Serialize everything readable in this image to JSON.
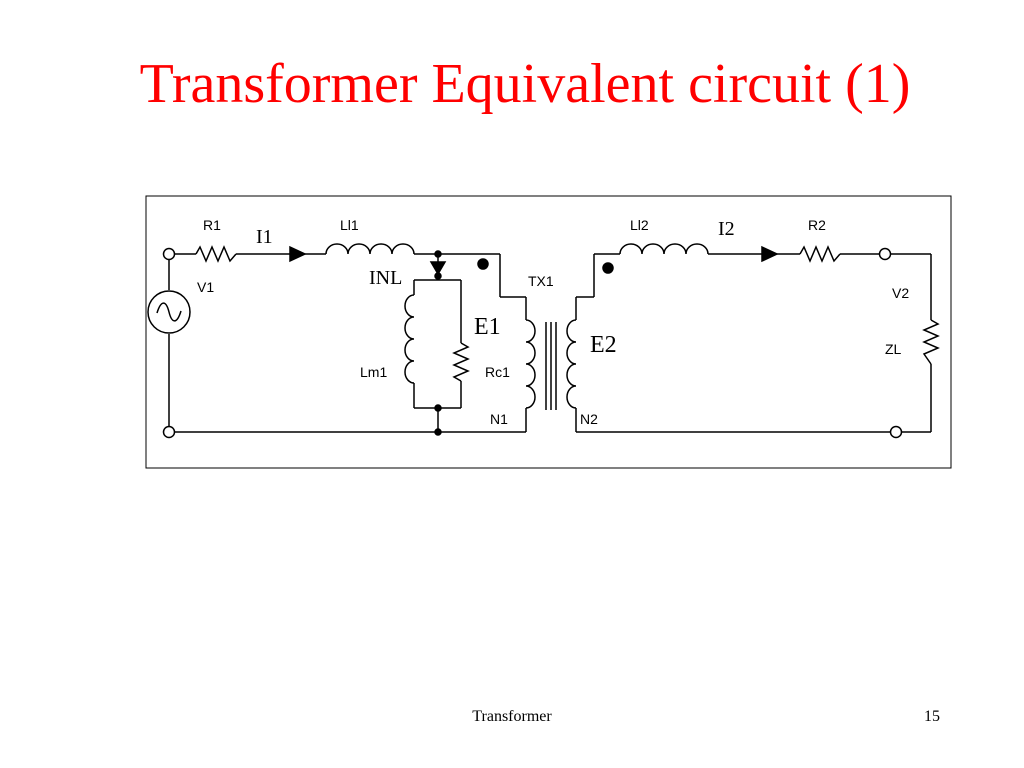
{
  "slide": {
    "title": "Transformer Equivalent circuit (1)",
    "footer_center": "Transformer",
    "page_number": "15"
  },
  "colors": {
    "title": "#ff0000",
    "lines": "#000000",
    "frame": "#000000",
    "text": "#000000"
  },
  "circuit": {
    "labels": {
      "R1": "R1",
      "I1": "I1",
      "Ll1": "Ll1",
      "V1": "V1",
      "INL": "INL",
      "TX1": "TX1",
      "E1": "E1",
      "Lm1": "Lm1",
      "Rc1": "Rc1",
      "N1": "N1",
      "N2": "N2",
      "E2": "E2",
      "Ll2": "Ll2",
      "I2": "I2",
      "R2": "R2",
      "V2": "V2",
      "ZL": "ZL"
    },
    "icons": [
      "ac-source-icon",
      "resistor-icon",
      "inductor-icon",
      "transformer-icon",
      "current-arrow-icon",
      "polarity-dot-icon",
      "terminal-icon"
    ]
  }
}
